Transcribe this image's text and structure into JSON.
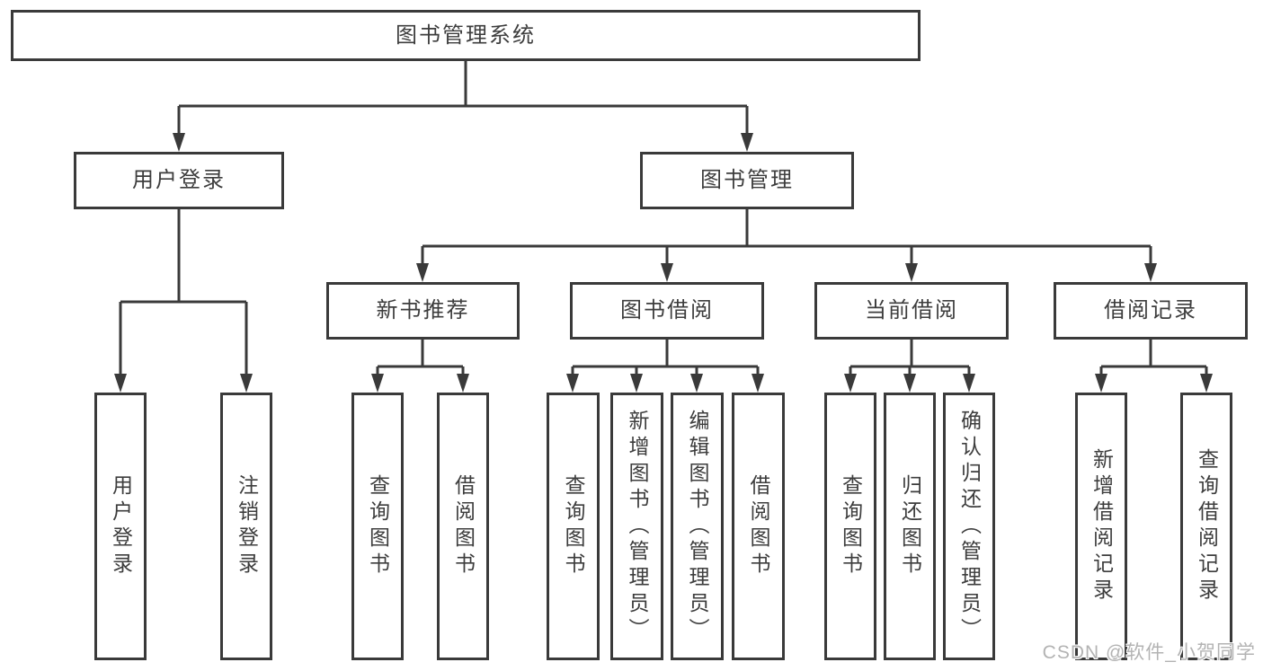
{
  "tree": {
    "label": "图书管理系统",
    "children": [
      {
        "label": "用户登录",
        "children": [
          {
            "label": "用户登录"
          },
          {
            "label": "注销登录"
          }
        ]
      },
      {
        "label": "图书管理",
        "children": [
          {
            "label": "新书推荐",
            "children": [
              {
                "label": "查询图书"
              },
              {
                "label": "借阅图书"
              }
            ]
          },
          {
            "label": "图书借阅",
            "children": [
              {
                "label": "查询图书"
              },
              {
                "label": "新增图书（管理员）"
              },
              {
                "label": "编辑图书（管理员）"
              },
              {
                "label": "借阅图书"
              }
            ]
          },
          {
            "label": "当前借阅",
            "children": [
              {
                "label": "查询图书"
              },
              {
                "label": "归还图书"
              },
              {
                "label": "确认归还（管理员）"
              }
            ]
          },
          {
            "label": "借阅记录",
            "children": [
              {
                "label": "新增借阅记录"
              },
              {
                "label": "查询借阅记录"
              }
            ]
          }
        ]
      }
    ]
  },
  "watermark": {
    "text": "CSDN @软件_小贺同学"
  },
  "colors": {
    "line": "#3a3a3a",
    "text": "#3d3d3d",
    "watermark": "#b3b3b3",
    "background": "#ffffff"
  }
}
